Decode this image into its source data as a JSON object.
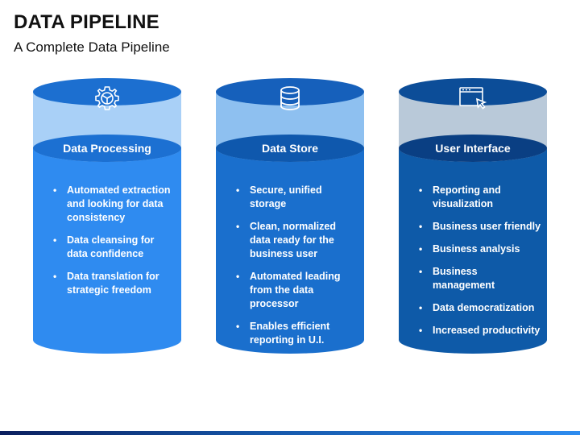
{
  "header": {
    "title": "DATA PIPELINE",
    "subtitle": "A Complete Data Pipeline"
  },
  "colors": {
    "processing": "#2f8bf0",
    "store": "#1a6fcd",
    "ui": "#0e5aa8"
  },
  "columns": [
    {
      "heading": "Data Processing",
      "icon": "gear-icon",
      "items": [
        "Automated extraction and looking for data consistency",
        "Data cleansing for data confidence",
        "Data translation for strategic freedom"
      ]
    },
    {
      "heading": "Data Store",
      "icon": "database-icon",
      "items": [
        "Secure, unified storage",
        "Clean, normalized data ready for the business user",
        "Automated leading from the data processor",
        "Enables efficient reporting in U.I."
      ]
    },
    {
      "heading": "User Interface",
      "icon": "browser-cursor-icon",
      "items": [
        "Reporting and visualization",
        "Business user friendly",
        "Business analysis",
        "Business management",
        "Data democratization",
        "Increased productivity"
      ]
    }
  ]
}
